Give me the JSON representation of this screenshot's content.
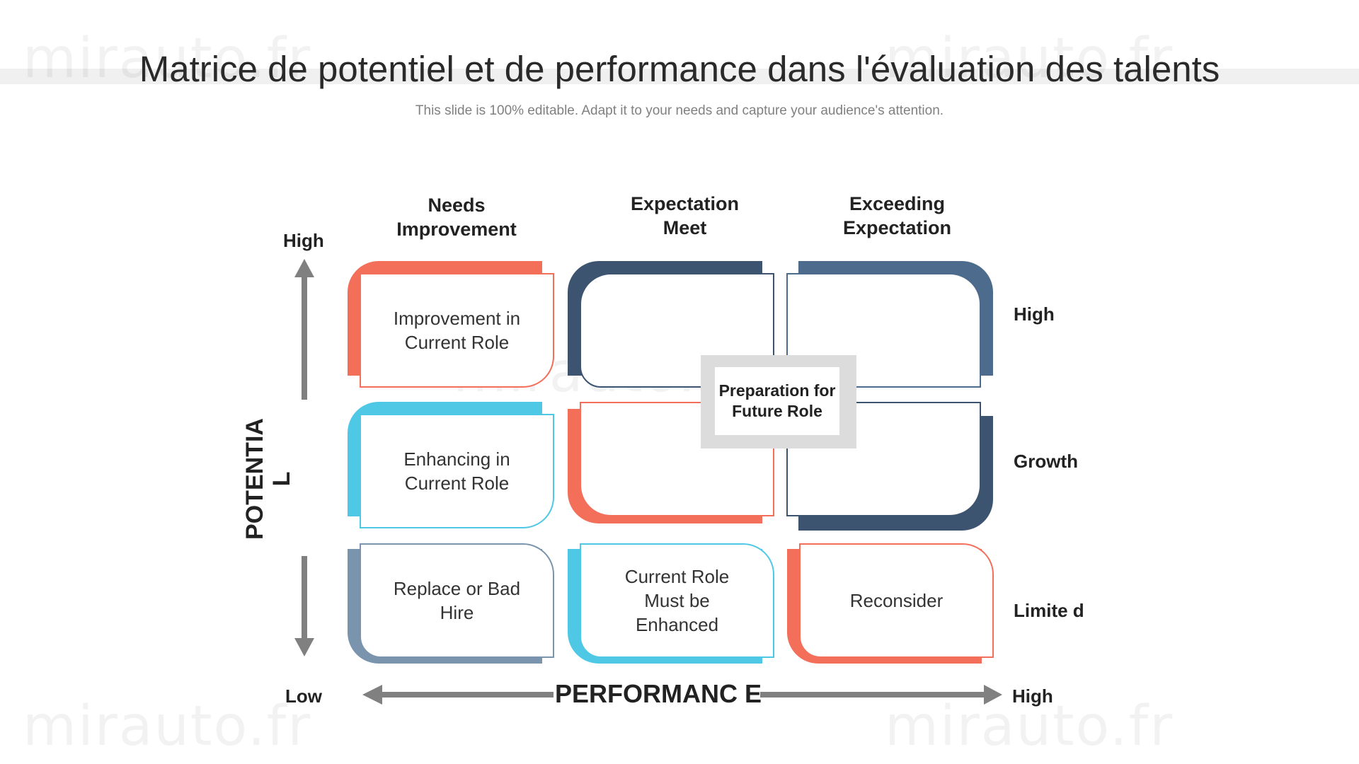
{
  "header": {
    "title": "Matrice de potentiel et de performance dans l'évaluation des talents",
    "subtitle": "This slide is 100% editable. Adapt it to your needs and capture your audience's attention.",
    "watermark": "mirauto.fr"
  },
  "columns": [
    "Needs Improvement",
    "Expectation Meet",
    "Exceeding Expectation"
  ],
  "rows": [
    "High",
    "Growth",
    "Limite d"
  ],
  "cells": {
    "improvement": "Improvement in Current Role",
    "enhancing": "Enhancing in Current Role",
    "replace": "Replace or Bad Hire",
    "current_role": "Current Role Must be Enhanced",
    "reconsider": "Reconsider"
  },
  "callout": "Preparation for Future Role",
  "axes": {
    "y_title": "POTENTIA L",
    "y_high": "High",
    "x_title": "PERFORMANC E",
    "x_low": "Low",
    "x_high": "High"
  },
  "colors": {
    "coral": "#f36f5a",
    "cyan": "#4fc8e6",
    "navy": "#3d5470",
    "steel": "#4d6b8d",
    "slate": "#7b94ad",
    "arrow": "#808080"
  }
}
